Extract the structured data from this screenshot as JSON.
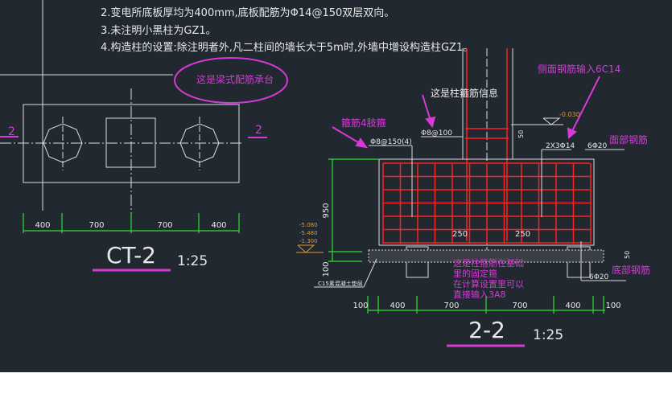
{
  "notes": [
    "2.变电所底板厚均为400mm,底板配筋为Φ14@150双层双向。",
    "3.未注明小黑柱为GZ1。",
    "4.构造柱的设置:除注明者外,凡二柱间的墙长大于5m时,外墙中增设构造柱GZ1。"
  ],
  "plan": {
    "title": "CT-2",
    "scale": "1:25",
    "section_mark": "2",
    "dims": [
      "400",
      "700",
      "700",
      "400"
    ],
    "callout": "这是梁式配筋承台"
  },
  "section": {
    "title": "2-2",
    "scale": "1:25",
    "height_dims": [
      "950",
      "100"
    ],
    "bottom_dims": [
      "100",
      "400",
      "700",
      "700",
      "400",
      "100"
    ],
    "inner_dims": [
      "250",
      "250"
    ],
    "elevations": [
      "-5.080",
      "-5.480",
      "-1.300"
    ],
    "top_elevation": "-0.030",
    "offset_dim": "50",
    "offset_dim_right": "50",
    "column_stirrup": "Φ8@100",
    "stirrup": "Φ8@150(4)",
    "side_bars": "2X3Φ14",
    "top_bars": "6Φ20",
    "bottom_bars": "6Φ20",
    "cushion": "C15素混凝土垫层",
    "annotations": {
      "column_stirrup_info": "这是柱箍筋信息",
      "stirrup_4_legs": "箍筋4肢箍",
      "side_bar_input": "侧面钢筋输入6C14",
      "top_bar": "面部钢筋",
      "bottom_bar": "底部钢筋",
      "fixed_stirrup": [
        "这是柱箍筋在基础",
        "里的固定箍",
        "在计算设置里可以",
        "直接输入3A8"
      ]
    }
  },
  "colors": {
    "background": "#212830",
    "annotation": "#d63ad6",
    "rebar": "#ff2020",
    "dimension": "#2ee02e"
  }
}
